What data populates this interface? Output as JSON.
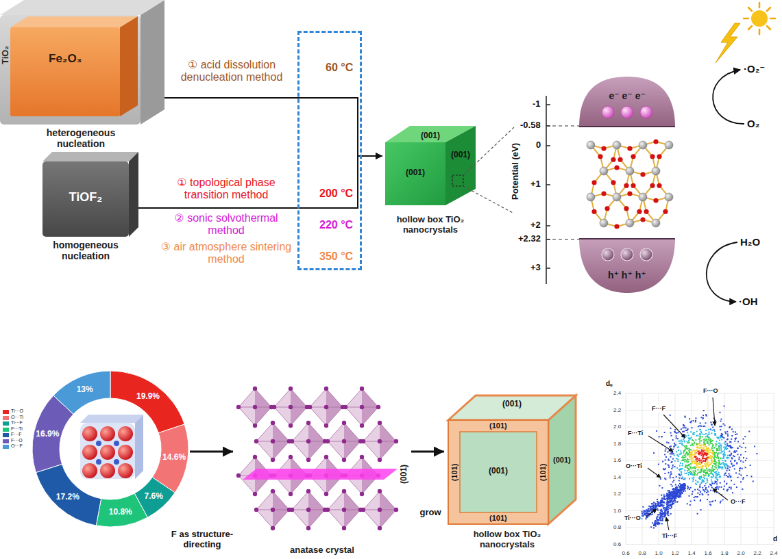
{
  "diagram": {
    "nodes": [
      {
        "text": [
          "TiO₂",
          "heterogeneous nucleation"
        ]
      },
      {
        "text": [
          "Fe₂O₃"
        ],
        "in": 0
      },
      {
        "text": [
          "TiOF₂",
          "homogeneous nucleation"
        ]
      },
      {
        "text": [
          "60 °C",
          "200 °C",
          "220 °C",
          "350 °C"
        ]
      },
      {
        "text": [
          "(001)",
          "(001)",
          "(001)",
          "hollow box TiO₂ nanocrystals"
        ]
      },
      {
        "text": [
          "e⁻ e⁻ e⁻"
        ]
      },
      {
        "text": [
          "h⁺ h⁺ h⁺"
        ]
      },
      {
        "text": [
          "19.9%",
          "14.6%",
          "7.6%",
          "10.8%",
          "17.2%",
          "16.9%",
          "13%"
        ]
      },
      {
        "text": [
          "(001)",
          "anatase crystal"
        ]
      },
      {
        "text": [
          "(001)",
          "(101)",
          "(101)",
          "(001)",
          "(101)",
          "(001)",
          "(101)",
          "hollow box TiO₂ nanocrystals"
        ]
      }
    ],
    "edges": [
      {
        "from": 0,
        "to": 4,
        "arrow": "to"
      },
      {
        "from": 2,
        "to": 4,
        "arrow": "to"
      },
      {
        "from": 7,
        "to": 8,
        "arrow": "to"
      },
      {
        "from": 8,
        "to": 9,
        "arrow": "to"
      }
    ],
    "labels": [
      "① acid dissolution denucleation method",
      "① topological phase transition method",
      "② sonic solvothermal method",
      "③ air atmosphere sintering method",
      "Potential (eV)",
      "-1",
      "-0.58",
      "0",
      "+1",
      "+2",
      "+2.32",
      "+3",
      "·O₂⁻",
      "O₂",
      "H₂O",
      "·OH",
      "F as structure-directing",
      "grow",
      "dₑ",
      "d",
      "2.4",
      "2.2",
      "2.0",
      "1.8",
      "1.6",
      "1.4",
      "1.2",
      "1.0",
      "0.8",
      "0.6",
      "0.6",
      "0.8",
      "1.0",
      "1.2",
      "1.4",
      "1.6",
      "1.8",
      "2.0",
      "2.2",
      "2.4",
      "F···F",
      "F···O",
      "F···Ti",
      "O···Ti",
      "Ti···O",
      "Ti···F",
      "O···F"
    ],
    "legend": [
      {
        "text": "Ti···O",
        "color": "#e8251f"
      },
      {
        "text": "O···Ti",
        "color": "#f27474"
      },
      {
        "text": "Ti···F",
        "color": "#0e9e94"
      },
      {
        "text": "F···Ti",
        "color": "#1dc47a"
      },
      {
        "text": "F···F",
        "color": "#1e5aa8"
      },
      {
        "text": "F···O",
        "color": "#6c5cb8"
      },
      {
        "text": "O···F",
        "color": "#4a9ad8"
      }
    ]
  }
}
